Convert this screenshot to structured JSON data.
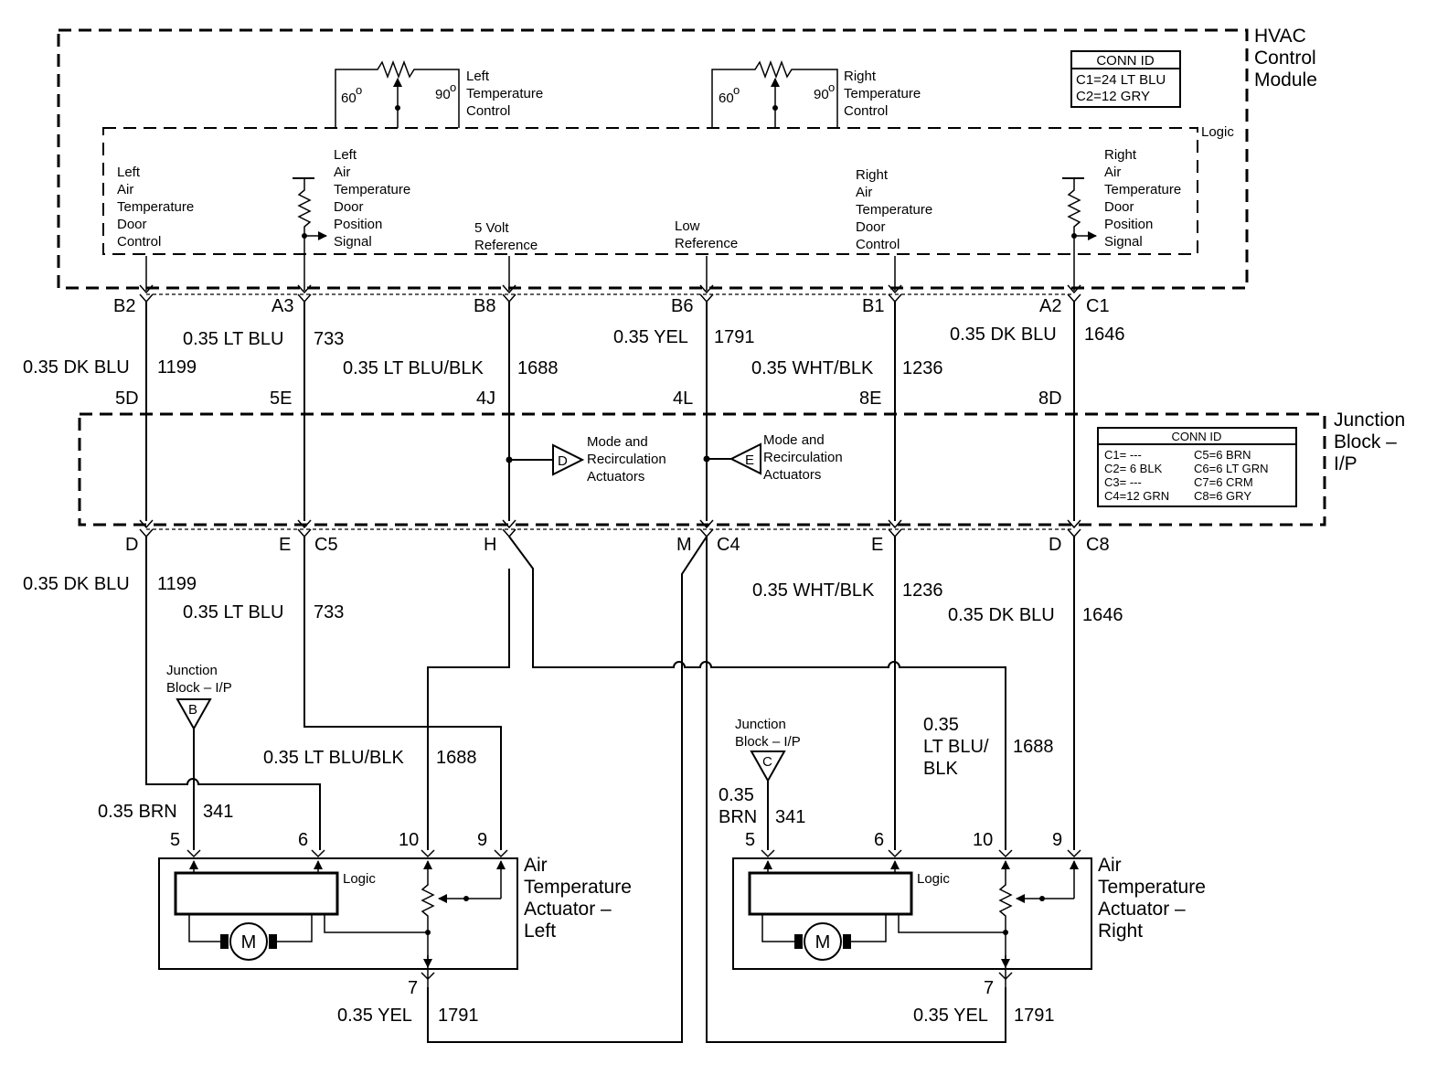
{
  "hvac_module": {
    "title_lines": [
      "HVAC",
      "Control",
      "Module"
    ],
    "conn_id": {
      "header": "CONN ID",
      "rows": [
        "C1=24 LT BLU",
        "C2=12 GRY"
      ]
    },
    "logic_label": "Logic",
    "left_temp_control": {
      "lines": [
        "Left",
        "Temperature",
        "Control"
      ],
      "low": "60",
      "high": "90"
    },
    "right_temp_control": {
      "lines": [
        "Right",
        "Temperature",
        "Control"
      ],
      "low": "60",
      "high": "90"
    },
    "labels": {
      "left_door_control": [
        "Left",
        "Air",
        "Temperature",
        "Door",
        "Control"
      ],
      "left_door_position": [
        "Left",
        "Air",
        "Temperature",
        "Door",
        "Position",
        "Signal"
      ],
      "five_volt": [
        "5 Volt",
        "Reference"
      ],
      "low_ref": [
        "Low",
        "Reference"
      ],
      "right_door_control": [
        "Right",
        "Air",
        "Temperature",
        "Door",
        "Control"
      ],
      "right_door_position": [
        "Right",
        "Air",
        "Temperature",
        "Door",
        "Position",
        "Signal"
      ]
    },
    "pins": {
      "b2": "B2",
      "a3": "A3",
      "b8": "B8",
      "b6": "B6",
      "b1": "B1",
      "a2": "A2",
      "c1": "C1"
    }
  },
  "upper_wires": {
    "w733": {
      "gauge": "0.35 LT BLU",
      "circuit": "733"
    },
    "w1199": {
      "gauge": "0.35 DK BLU",
      "circuit": "1199"
    },
    "w1688": {
      "gauge": "0.35 LT BLU/BLK",
      "circuit": "1688"
    },
    "w1791": {
      "gauge": "0.35 YEL",
      "circuit": "1791"
    },
    "w1236": {
      "gauge": "0.35 WHT/BLK",
      "circuit": "1236"
    },
    "w1646": {
      "gauge": "0.35 DK BLU",
      "circuit": "1646"
    }
  },
  "junction_block": {
    "title_lines": [
      "Junction",
      "Block –",
      "I/P"
    ],
    "pins_top": {
      "p5d": "5D",
      "p5e": "5E",
      "p4j": "4J",
      "p4l": "4L",
      "p8e": "8E",
      "p8d": "8D"
    },
    "conn_id": {
      "header": "CONN ID",
      "rows_left": [
        "C1= ---",
        "C2= 6 BLK",
        "C3= ---",
        "C4=12 GRN"
      ],
      "rows_right": [
        "C5=6 BRN",
        "C6=6 LT GRN",
        "C7=6 CRM",
        "C8=6 GRY"
      ]
    },
    "ref_d": {
      "letter": "D",
      "lines": [
        "Mode and",
        "Recirculation",
        "Actuators"
      ]
    },
    "ref_e": {
      "letter": "E",
      "lines": [
        "Mode and",
        "Recirculation",
        "Actuators"
      ]
    },
    "pins_bottom": {
      "d": "D",
      "e": "E",
      "c5": "C5",
      "h": "H",
      "m": "M",
      "c4": "C4",
      "e2": "E",
      "d2": "D",
      "c8": "C8"
    }
  },
  "lower_wires": {
    "w1199": {
      "gauge": "0.35 DK BLU",
      "circuit": "1199"
    },
    "w733": {
      "gauge": "0.35 LT BLU",
      "circuit": "733"
    },
    "w1236": {
      "gauge": "0.35 WHT/BLK",
      "circuit": "1236"
    },
    "w1646": {
      "gauge": "0.35 DK BLU",
      "circuit": "1646"
    },
    "left_1688": {
      "gauge": "0.35 LT BLU/BLK",
      "circuit": "1688"
    },
    "left_341": {
      "gauge": "0.35 BRN",
      "circuit": "341"
    },
    "right_1688": {
      "gauge_lines": [
        "0.35",
        "LT BLU/",
        "BLK"
      ],
      "circuit": "1688"
    },
    "right_341": {
      "gauge_lines": [
        "0.35",
        "BRN"
      ],
      "circuit": "341"
    },
    "left_1791": {
      "gauge": "0.35 YEL",
      "circuit": "1791"
    },
    "right_1791": {
      "gauge": "0.35 YEL",
      "circuit": "1791"
    }
  },
  "ground_refs": {
    "left": {
      "lines": [
        "Junction",
        "Block – I/P"
      ],
      "letter": "B"
    },
    "right": {
      "lines": [
        "Junction",
        "Block – I/P"
      ],
      "letter": "C"
    }
  },
  "left_actuator": {
    "title_lines": [
      "Air",
      "Temperature",
      "Actuator –",
      "Left"
    ],
    "logic": "Logic",
    "motor": "M",
    "pins": {
      "p5": "5",
      "p6": "6",
      "p10": "10",
      "p9": "9",
      "p7": "7"
    }
  },
  "right_actuator": {
    "title_lines": [
      "Air",
      "Temperature",
      "Actuator –",
      "Right"
    ],
    "logic": "Logic",
    "motor": "M",
    "pins": {
      "p5": "5",
      "p6": "6",
      "p10": "10",
      "p9": "9",
      "p7": "7"
    }
  }
}
